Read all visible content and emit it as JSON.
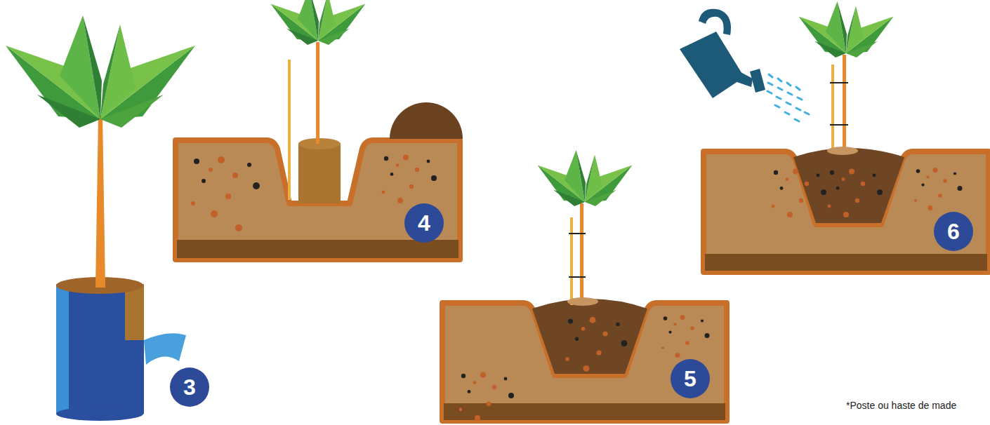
{
  "diagram": {
    "nodes": [
      {
        "text": [
          "3"
        ]
      },
      {
        "text": [
          "4"
        ]
      },
      {
        "text": [
          "5"
        ]
      },
      {
        "text": [
          "6"
        ]
      }
    ],
    "labels": [
      "*Poste ou haste de made"
    ]
  }
}
